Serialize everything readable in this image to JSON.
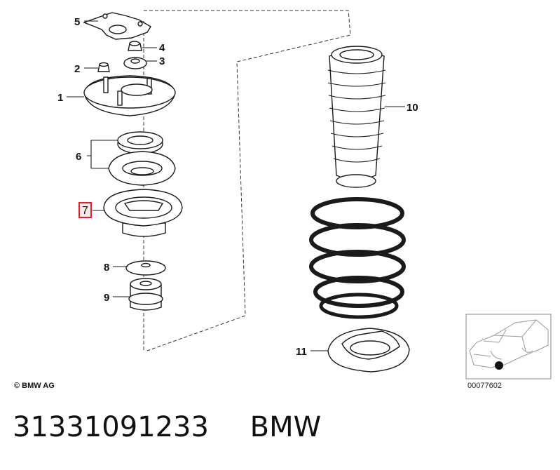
{
  "diagram": {
    "callouts": {
      "c1": "1",
      "c2": "2",
      "c3": "3",
      "c4": "4",
      "c5": "5",
      "c6": "6",
      "c7": "7",
      "c8": "8",
      "c9": "9",
      "c10": "10",
      "c11": "11"
    },
    "highlighted_callout": "7",
    "highlight_color": "#e0212b",
    "copyright": "© BMW AG",
    "reference_number": "00077602"
  },
  "caption": {
    "part_number": "31331091233",
    "brand": "BMW"
  }
}
